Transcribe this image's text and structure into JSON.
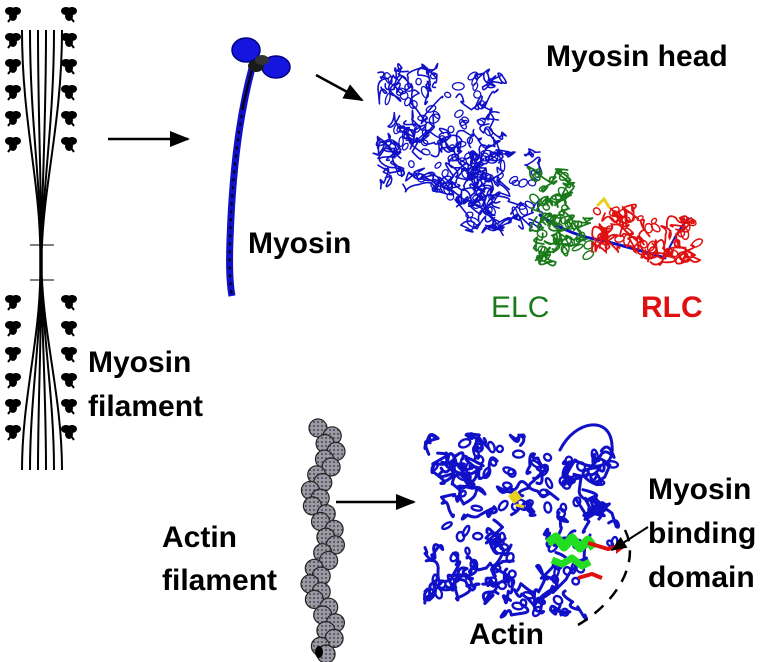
{
  "labels": {
    "myosin_head": "Myosin head",
    "myosin": "Myosin",
    "elc": "ELC",
    "rlc": "RLC",
    "myosin_filament_line1": "Myosin",
    "myosin_filament_line2": "filament",
    "actin_filament_line1": "Actin",
    "actin_filament_line2": "filament",
    "actin": "Actin",
    "binding_line1": "Myosin",
    "binding_line2": "binding",
    "binding_line3": "domain"
  },
  "colors": {
    "myosin_blue": "#1010c8",
    "elc_green": "#1a7a1a",
    "rlc_red": "#e01010",
    "helix_green": "#22dd22",
    "ligand_yellow": "#e8d020",
    "ink": "#000000"
  }
}
